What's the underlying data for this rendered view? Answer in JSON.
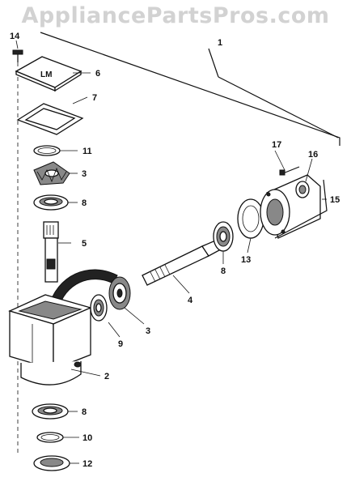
{
  "watermark": "AppliancePartsPros.com",
  "callouts": {
    "c1": "1",
    "c2": "2",
    "c3a": "3",
    "c3b": "3",
    "c4": "4",
    "c5": "5",
    "c6": "6",
    "c7": "7",
    "c8a": "8",
    "c8b": "8",
    "c8c": "8",
    "c9": "9",
    "c10": "10",
    "c11": "11",
    "c12": "12",
    "c13": "13",
    "c14": "14",
    "c15": "15",
    "c16": "16",
    "c17": "17"
  }
}
